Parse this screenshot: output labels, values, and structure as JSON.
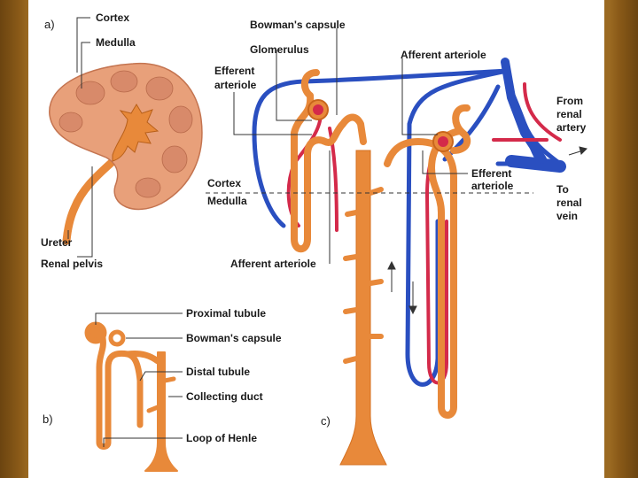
{
  "panels": {
    "a": "a)",
    "b": "b)",
    "c": "c)"
  },
  "panel_a": {
    "cortex": "Cortex",
    "medulla": "Medulla",
    "ureter": "Ureter",
    "renal_pelvis": "Renal pelvis"
  },
  "panel_b": {
    "proximal_tubule": "Proximal tubule",
    "bowmans_capsule": "Bowman's capsule",
    "distal_tubule": "Distal tubule",
    "collecting_duct": "Collecting duct",
    "loop_of_henle": "Loop of Henle"
  },
  "panel_c": {
    "bowmans_capsule": "Bowman's capsule",
    "glomerulus": "Glomerulus",
    "efferent_arteriole_left_1": "Efferent",
    "efferent_arteriole_left_2": "arteriole",
    "afferent_arteriole_top": "Afferent arteriole",
    "from_renal_artery_1": "From",
    "from_renal_artery_2": "renal",
    "from_renal_artery_3": "artery",
    "to_renal_vein_1": "To",
    "to_renal_vein_2": "renal",
    "to_renal_vein_3": "vein",
    "efferent_arteriole_right_1": "Efferent",
    "efferent_arteriole_right_2": "arteriole",
    "cortex": "Cortex",
    "medulla": "Medulla",
    "afferent_arteriole_bottom": "Afferent arteriole"
  },
  "colors": {
    "tubule": "#e8893a",
    "tubule_dark": "#c9661c",
    "artery": "#d42a4a",
    "vein": "#2a4fc0",
    "kidney_cortex": "#e8a07a",
    "kidney_medulla": "#d88a6a",
    "background": "#9b6a22"
  }
}
